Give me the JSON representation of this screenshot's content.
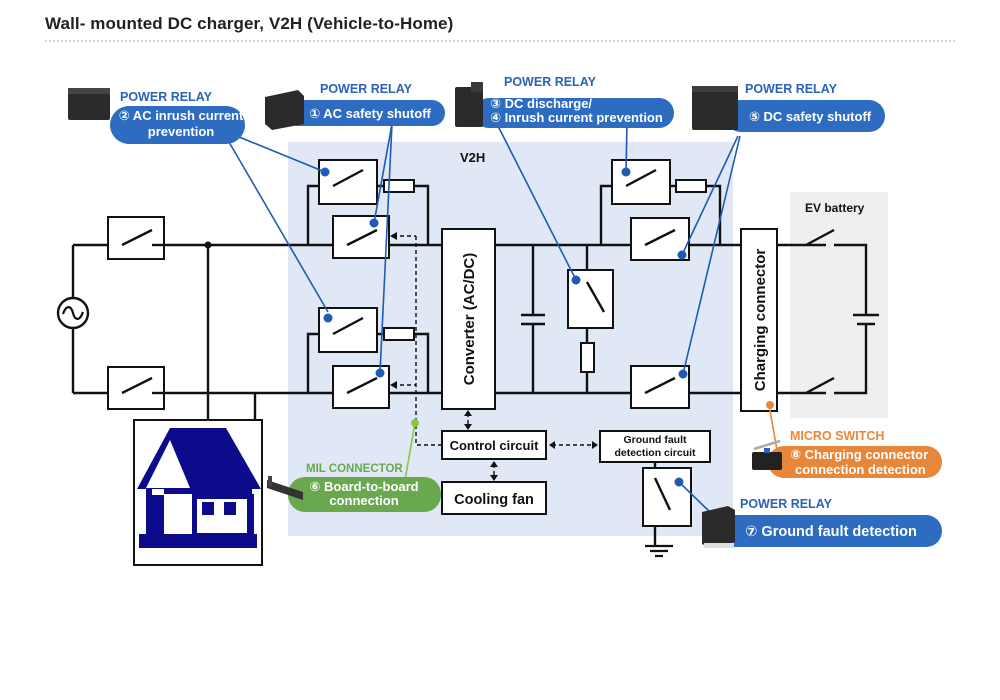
{
  "page": {
    "title": "Wall- mounted DC charger, V2H (Vehicle-to-Home)"
  },
  "colors": {
    "relay_blue": "#2d6cc0",
    "relay_label": "#2a63b8",
    "switch_orange": "#e8873a",
    "connector_green": "#6aa84f",
    "v2h_region": "#dfe8f4",
    "ev_region": "#efefef",
    "house_navy": "#0b0b8c"
  },
  "regions": {
    "v2h_label": "V2H",
    "ev_battery_label": "EV battery"
  },
  "blocks": {
    "converter": "Converter (AC/DC)",
    "charging_connector": "Charging connector",
    "control_circuit": "Control circuit",
    "cooling_fan": "Cooling fan",
    "ground_fault_line1": "Ground fault",
    "ground_fault_line2": "detection circuit"
  },
  "callouts": [
    {
      "id": "ac-inrush",
      "category": "POWER RELAY",
      "number": "②",
      "line1": "② AC inrush current",
      "line2": "prevention",
      "color": "blue"
    },
    {
      "id": "ac-safety",
      "category": "POWER RELAY",
      "number": "①",
      "line1": "① AC safety shutoff",
      "color": "blue"
    },
    {
      "id": "dc-discharge",
      "category": "POWER RELAY",
      "number": "③④",
      "line1": "③ DC discharge/",
      "line2": "④ Inrush current prevention",
      "color": "blue"
    },
    {
      "id": "dc-safety",
      "category": "POWER RELAY",
      "number": "⑤",
      "line1": "⑤ DC safety shutoff",
      "color": "blue"
    },
    {
      "id": "board-to-board",
      "category": "MIL CONNECTOR",
      "number": "⑥",
      "line1": "⑥ Board-to-board",
      "line2": "connection",
      "color": "green"
    },
    {
      "id": "ground-fault",
      "category": "POWER RELAY",
      "number": "⑦",
      "line1": "⑦ Ground fault detection",
      "color": "blue"
    },
    {
      "id": "charging-detect",
      "category": "MICRO SWITCH",
      "number": "⑧",
      "line1": "⑧ Charging connector",
      "line2": "connection detection",
      "color": "orange"
    }
  ],
  "icons": {
    "ac_source": "ac-source-icon",
    "house": "house-icon",
    "battery": "battery-icon",
    "ground": "ground-icon",
    "relay_product": "relay-product-icon",
    "micro_switch_product": "micro-switch-product-icon",
    "connector_product": "connector-product-icon"
  }
}
